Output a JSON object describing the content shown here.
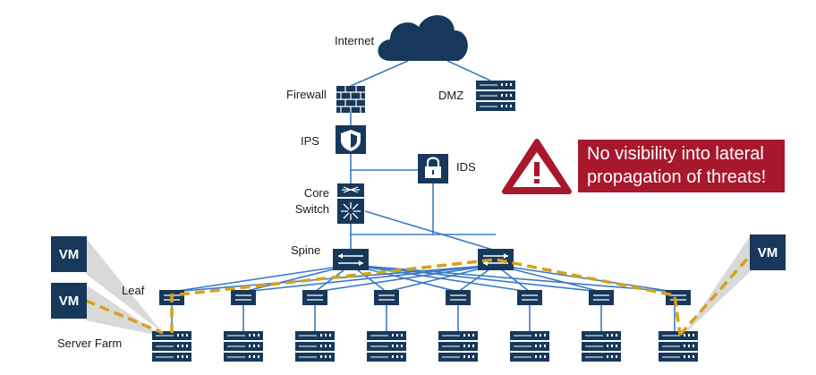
{
  "nodes": {
    "internet": "Internet",
    "firewall": "Firewall",
    "dmz": "DMZ",
    "ips": "IPS",
    "ids": "IDS",
    "core_switch_line1": "Core",
    "core_switch_line2": "Switch",
    "spine": "Spine",
    "leaf": "Leaf",
    "server_farm": "Server Farm"
  },
  "vms": {
    "left_top": "VM",
    "left_bottom": "VM",
    "right": "VM"
  },
  "alert": {
    "line1": "No visibility into lateral",
    "line2": "propagation of threats!"
  },
  "colors": {
    "device": "#17385a",
    "link": "#3a7ac7",
    "threat_path": "#d4a21a",
    "alert": "#a8182c"
  }
}
